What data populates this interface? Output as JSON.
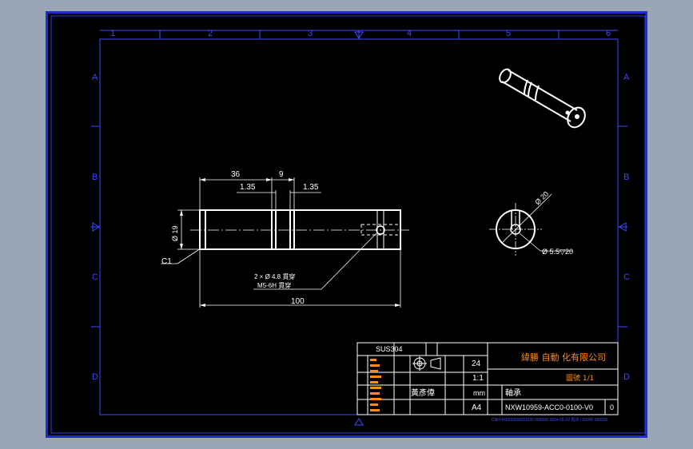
{
  "border": {
    "columns": [
      "1",
      "2",
      "3",
      "4",
      "5",
      "6"
    ],
    "rows": [
      "A",
      "B",
      "C",
      "D"
    ]
  },
  "dimensions": {
    "len_36": "36",
    "len_9": "9",
    "len_135_left": "1.35",
    "len_135_right": "1.35",
    "dia_19": "Ø 19",
    "chamfer": "C1",
    "hole_note_1": "2 × Ø 4.8 貫穿",
    "hole_note_2": "M5-6H 貫穿",
    "total_length": "100",
    "end_dia": "Ø 20",
    "end_hole": "Ø 5.5▽20"
  },
  "title_block": {
    "material": "SUS304",
    "quantity": "24",
    "scale": "1:1",
    "unit": "mm",
    "sheet_size": "A4",
    "designer": "黃彥偉",
    "company": "緯勝 自動 化有限公司",
    "projection_note": "圖號 1/1",
    "part_name": "軸承",
    "drawing_number": "NXW10959-ACC0-0100-V0",
    "revision": "0",
    "footer_note": "CNH-M3000000001030 000000 2024-05-22 周次 / 00000 000000"
  },
  "colors": {
    "sheet_border": "#1b2bd6",
    "frame": "#2c3cf0",
    "geometry": "#ffffff",
    "title_text": "#ff8a1c"
  }
}
